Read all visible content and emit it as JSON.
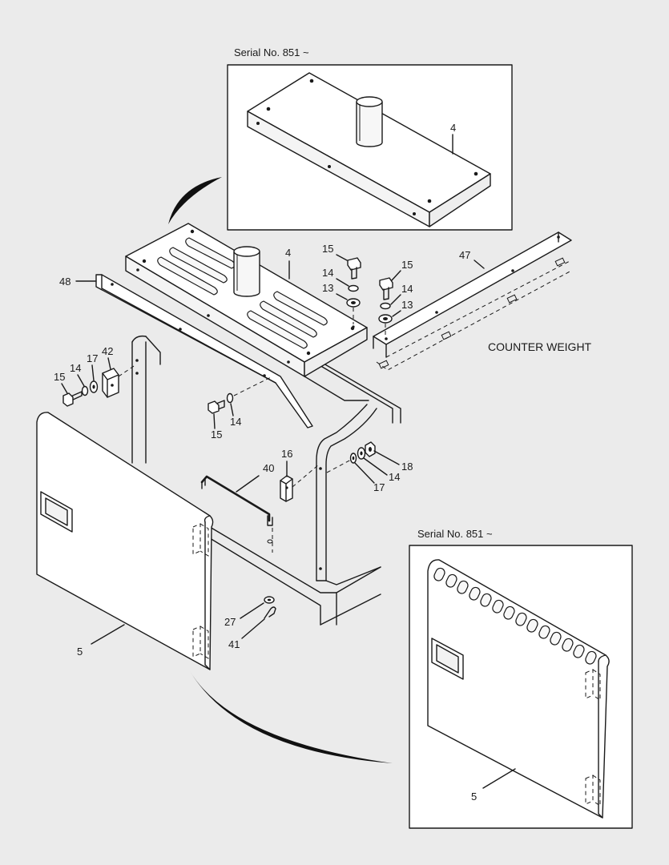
{
  "diagram": {
    "inset_top_caption": "Serial No. 851 ~",
    "inset_bottom_caption": "Serial No. 851 ~",
    "counter_weight_label": "COUNTER WEIGHT",
    "callouts": {
      "inset_top_4": "4",
      "main_4": "4",
      "p48": "48",
      "p47": "47",
      "p15_a": "15",
      "p14_a": "14",
      "p13_a": "13",
      "p15_b": "15",
      "p14_b": "14",
      "p13_b": "13",
      "p42": "42",
      "p17_a": "17",
      "p14_c": "14",
      "p15_c": "15",
      "p14_d": "14",
      "p15_d": "15",
      "p16": "16",
      "p40": "40",
      "p18": "18",
      "p14_e": "14",
      "p17_b": "17",
      "p27": "27",
      "p41": "41",
      "p5_main": "5",
      "p5_inset": "5"
    }
  }
}
